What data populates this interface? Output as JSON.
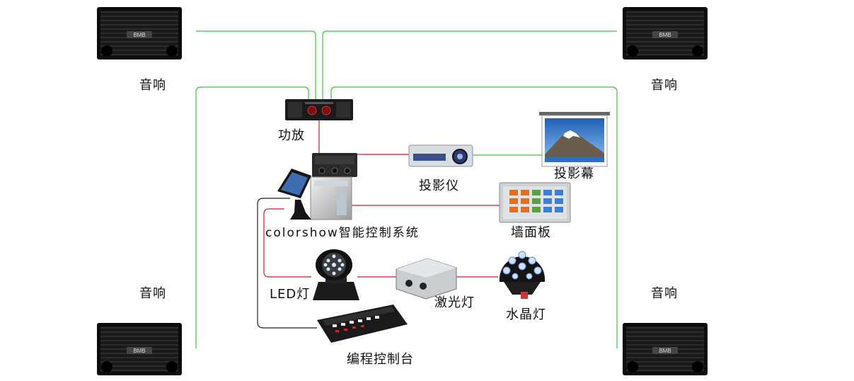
{
  "labels": {
    "speaker_tl": "音响",
    "speaker_tr": "音响",
    "speaker_bl": "音响",
    "speaker_br": "音响",
    "amplifier": "功放",
    "projector": "投影仪",
    "screen": "投影幕",
    "control_system": "colorshow智能控制系统",
    "wall_panel": "墙面板",
    "led_light": "LED灯",
    "laser_light": "激光灯",
    "crystal_light": "水晶灯",
    "console": "编程控制台"
  },
  "speaker_brand": "BMB",
  "colors": {
    "audio_line": "#33cc33",
    "control_line": "#cc2222",
    "dmx_line": "#222222"
  }
}
